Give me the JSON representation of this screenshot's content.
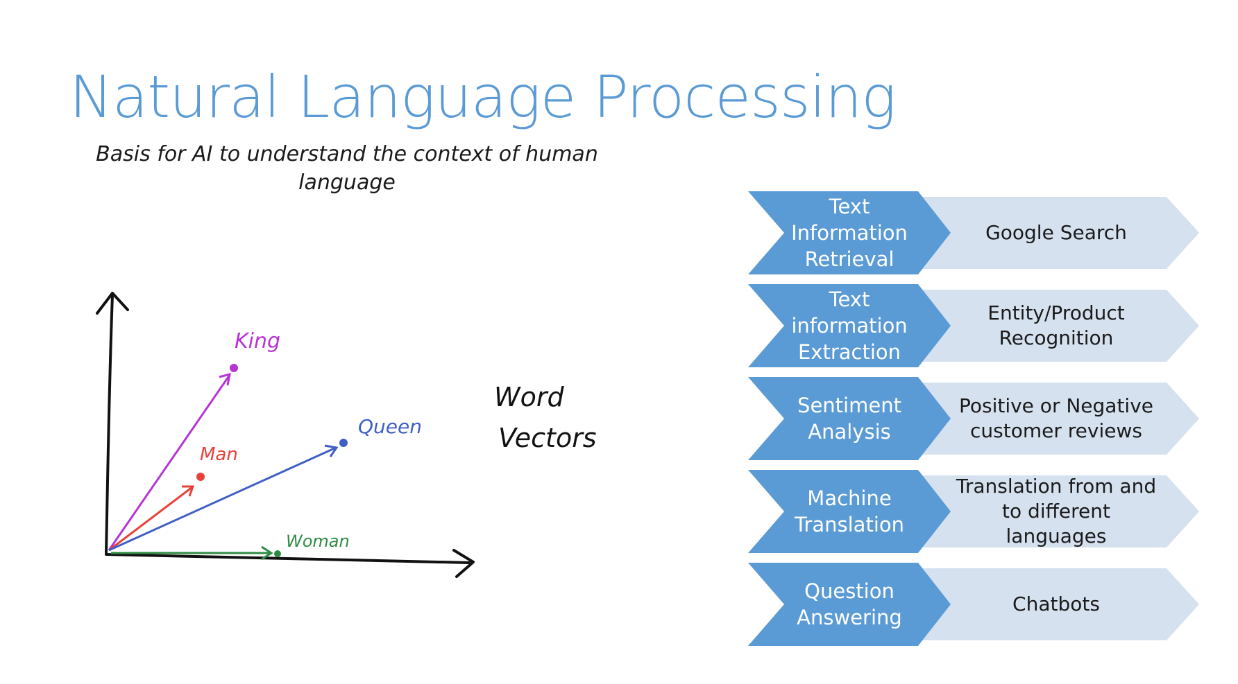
{
  "slide": {
    "title": "Natural Language Processing",
    "subtitle": "Basis for AI to understand the context of human language"
  },
  "word_vectors": {
    "label_line1": "Word",
    "label_line2": "Vectors",
    "words": [
      {
        "label": "King",
        "color": "#b833d6"
      },
      {
        "label": "Man",
        "color": "#e8413a"
      },
      {
        "label": "Queen",
        "color": "#3f5fc6"
      },
      {
        "label": "Woman",
        "color": "#2e8b46"
      }
    ],
    "axis_color": "#111111"
  },
  "colors": {
    "title": "#5b9bd5",
    "chevron_primary": "#5b9bd5",
    "chevron_secondary": "#d6e1ef"
  },
  "flow": [
    {
      "task": "Text Information Retrieval",
      "example": "Google Search"
    },
    {
      "task": "Text information Extraction",
      "example": "Entity/Product Recognition"
    },
    {
      "task": "Sentiment Analysis",
      "example": "Positive or Negative customer reviews"
    },
    {
      "task": "Machine Translation",
      "example": "Translation from and to different languages"
    },
    {
      "task": "Question Answering",
      "example": "Chatbots"
    }
  ]
}
